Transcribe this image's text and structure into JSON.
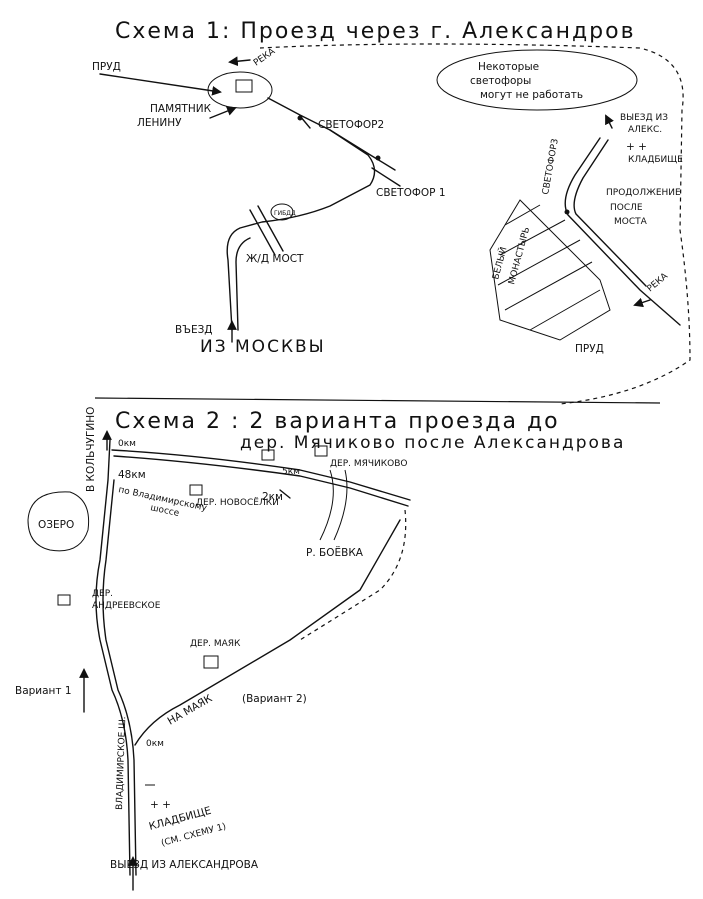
{
  "scheme1": {
    "title": "Схема 1: Проезд через г. Александров",
    "note": [
      "Некоторые",
      "светофоры",
      "могут не работать"
    ],
    "labels": {
      "pond": "ПРУД",
      "lenin_monument": [
        "ПАМЯТНИК",
        "ЛЕНИНУ"
      ],
      "river_top": "РЕКА",
      "traffic_light_2": "СВЕТОФОР2",
      "traffic_light_1": "СВЕТОФОР 1",
      "gibdd": "ГИБДД",
      "rail_bridge": "Ж/Д МОСТ",
      "entry_moscow": [
        "ВЪЕЗД",
        "ИЗ МОСКВЫ"
      ]
    }
  },
  "scheme1_inset": {
    "exit": [
      "ВЫЕЗД ИЗ",
      "АЛЕКС."
    ],
    "cemetery": "КЛАДБИЩЕ",
    "traffic_light_3": "СВЕТОФОР3",
    "continuation": [
      "ПРОДОЛЖЕНИЕ",
      "ПОСЛЕ",
      "МОСТА"
    ],
    "monastery": [
      "БЕЛЫЙ",
      "МОНАСТЫРЬ"
    ],
    "river": "РЕКА",
    "pond": "ПРУД"
  },
  "scheme2": {
    "title": [
      "Схема 2 : 2 варианта проезда до",
      "дер. Мячиково после Александрова"
    ],
    "labels": {
      "kolchugino": "В КОЛЬЧУГИНО",
      "zero_km_top": "0км",
      "km48": [
        "48км",
        "по Владимирскому",
        "шоссе"
      ],
      "km5": "5км",
      "km2": "2км",
      "myachikovo": "ДЕР. МЯЧИКОВО",
      "novoselki": "ДЕР. НОВОСЁЛКИ",
      "boevka": "Р. БОЁВКА",
      "lake": "ОЗЕРО",
      "andreevskoe": [
        "ДЕР.",
        "АНДРЕЕВСКОЕ"
      ],
      "mayak": "ДЕР. МАЯК",
      "variant1": "Вариант 1",
      "vladimirskoe": "ВЛАДИМИРСКОЕ Ш.",
      "na_mayak": "НА МАЯК",
      "variant2": "(Вариант 2)",
      "zero_km_bottom": "0км",
      "cemetery": [
        "КЛАДБИЩЕ",
        "(СМ. СХЕМУ 1)"
      ],
      "exit_alexandrov": "ВЫЕЗД ИЗ АЛЕКСАНДРОВА"
    }
  }
}
